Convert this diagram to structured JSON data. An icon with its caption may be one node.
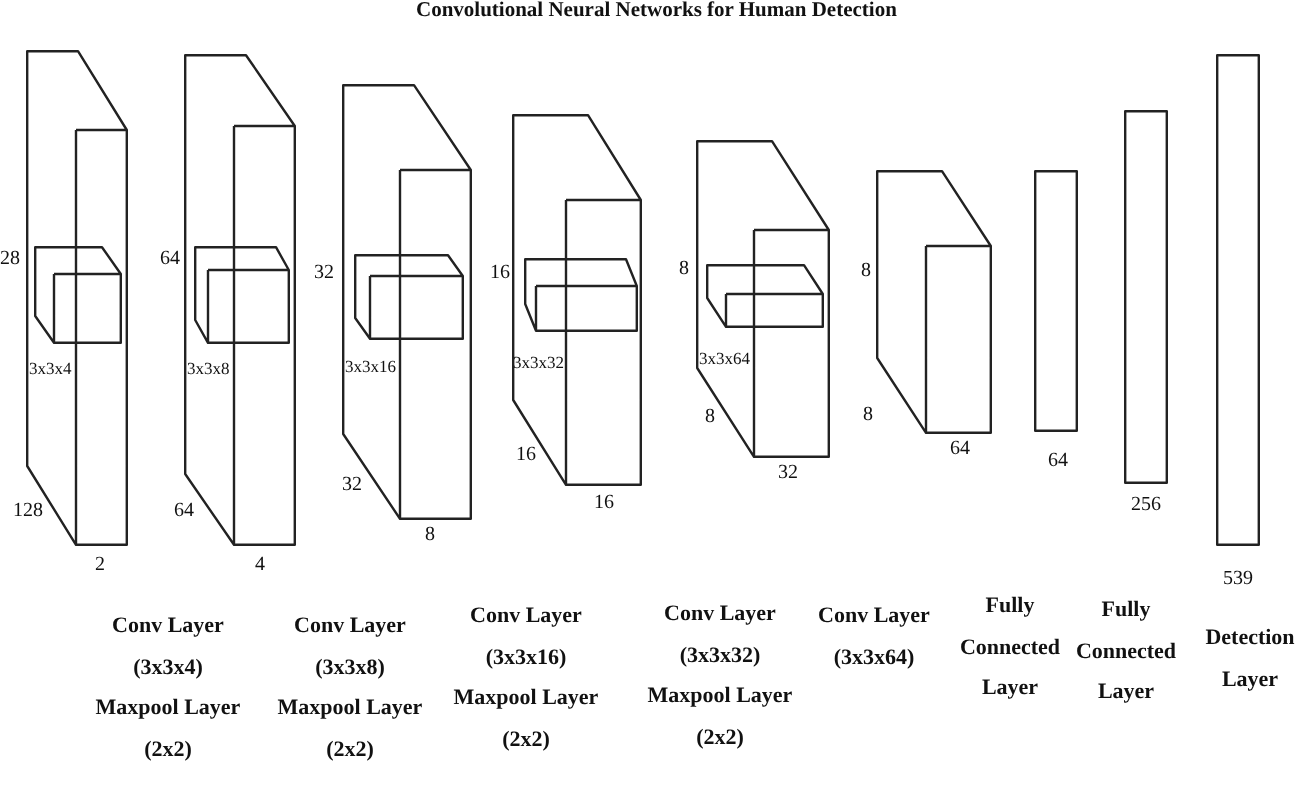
{
  "diagram": {
    "title": "Convolutional Neural Networks for Human Detection",
    "nodes": [
      {
        "text": [],
        "shape": "cuboid",
        "beside": [
          "28",
          "128",
          "2"
        ]
      },
      {
        "text": [],
        "shape": "cuboid",
        "in": 0,
        "beside": [
          "3x3x4"
        ]
      },
      {
        "text": [],
        "shape": "cuboid",
        "beside": [
          "64",
          "64",
          "4"
        ]
      },
      {
        "text": [],
        "shape": "cuboid",
        "in": 2,
        "beside": [
          "3x3x8"
        ]
      },
      {
        "text": [],
        "shape": "cuboid",
        "beside": [
          "32",
          "32",
          "8"
        ]
      },
      {
        "text": [],
        "shape": "cuboid",
        "in": 4,
        "beside": [
          "3x3x16"
        ]
      },
      {
        "text": [],
        "shape": "cuboid",
        "beside": [
          "16",
          "16",
          "16"
        ]
      },
      {
        "text": [],
        "shape": "cuboid",
        "in": 6,
        "beside": [
          "3x3x32"
        ]
      },
      {
        "text": [],
        "shape": "cuboid",
        "beside": [
          "8",
          "8",
          "32"
        ]
      },
      {
        "text": [],
        "shape": "cuboid",
        "in": 8,
        "beside": [
          "3x3x64"
        ]
      },
      {
        "text": [],
        "shape": "cuboid",
        "beside": [
          "8",
          "8",
          "64"
        ]
      },
      {
        "text": [],
        "shape": "bar",
        "beside": [
          "64"
        ]
      },
      {
        "text": [],
        "shape": "bar",
        "beside": [
          "256"
        ]
      },
      {
        "text": [],
        "shape": "bar",
        "beside": [
          "539"
        ]
      }
    ],
    "labels": [
      "Conv Layer (3x3x4)",
      "Maxpool Layer (2x2)",
      "Conv Layer (3x3x8)",
      "Maxpool Layer (2x2)",
      "Conv Layer (3x3x16)",
      "Maxpool Layer (2x2)",
      "Conv Layer (3x3x32)",
      "Maxpool Layer (2x2)",
      "Conv Layer (3x3x64)",
      "Fully Connected Layer",
      "Fully Connected Layer",
      "Detection Layer"
    ]
  }
}
